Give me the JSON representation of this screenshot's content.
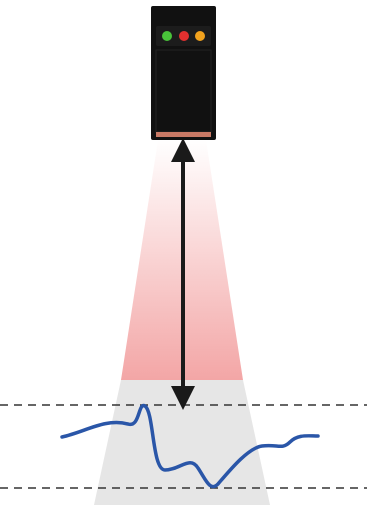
{
  "diagram": {
    "sensor": {
      "indicators": [
        {
          "name": "green-led",
          "color": "#49c43a"
        },
        {
          "name": "red-led",
          "color": "#e2302f"
        },
        {
          "name": "amber-led",
          "color": "#f2a21d"
        }
      ],
      "housing_color": "#111111",
      "window_color": "#c97965"
    },
    "beam": {
      "gradient_top": "#ffffff",
      "gradient_bottom": "#f3a6a6"
    },
    "measurement_zone": {
      "fill": "#e6e6e6"
    },
    "surface_profile": {
      "color": "#2a56a8"
    },
    "distance_arrow": {
      "color": "#1a1a1a"
    },
    "reference_lines": {
      "color": "#333333",
      "style": "dashed"
    }
  }
}
